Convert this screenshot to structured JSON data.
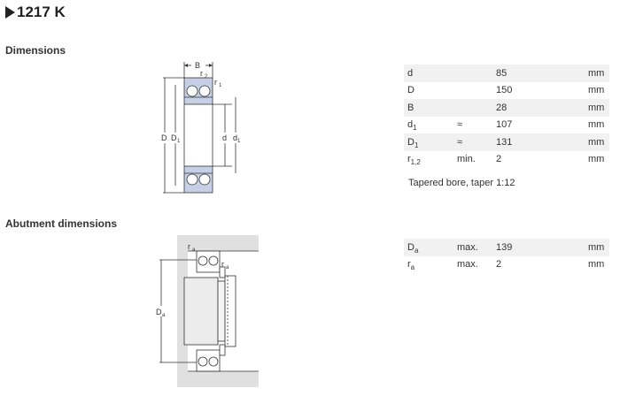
{
  "header": {
    "title": "1217 K"
  },
  "sections": {
    "dimensions": "Dimensions",
    "abutment": "Abutment dimensions"
  },
  "drawing1_labels": {
    "B": "B",
    "r2": "r",
    "r2_sub": "2",
    "r1": "r",
    "r1_sub": "1",
    "D": "D",
    "D1": "D",
    "D1_sub": "1",
    "d": "d",
    "d1": "d",
    "d1_sub": "1"
  },
  "drawing2_labels": {
    "ra_top": "r",
    "ra_top_sub": "a",
    "ra_mid": "r",
    "ra_mid_sub": "a",
    "Da": "D",
    "Da_sub": "a"
  },
  "dimensions_table": [
    {
      "sym": "d",
      "sub": "",
      "qual": "",
      "value": "85",
      "unit": "mm"
    },
    {
      "sym": "D",
      "sub": "",
      "qual": "",
      "value": "150",
      "unit": "mm"
    },
    {
      "sym": "B",
      "sub": "",
      "qual": "",
      "value": "28",
      "unit": "mm"
    },
    {
      "sym": "d",
      "sub": "1",
      "qual": "≈",
      "value": "107",
      "unit": "mm"
    },
    {
      "sym": "D",
      "sub": "1",
      "qual": "≈",
      "value": "131",
      "unit": "mm"
    },
    {
      "sym": "r",
      "sub": "1,2",
      "qual": "min.",
      "value": "2",
      "unit": "mm"
    }
  ],
  "note": "Tapered bore, taper 1:12",
  "abutment_table": [
    {
      "sym": "D",
      "sub": "a",
      "qual": "max.",
      "value": "139",
      "unit": "mm"
    },
    {
      "sym": "r",
      "sub": "a",
      "qual": "max.",
      "value": "2",
      "unit": "mm"
    }
  ],
  "colors": {
    "ring_fill": "#c5cfe6",
    "housing_fill": "#e0e0e0",
    "line": "#333333"
  }
}
